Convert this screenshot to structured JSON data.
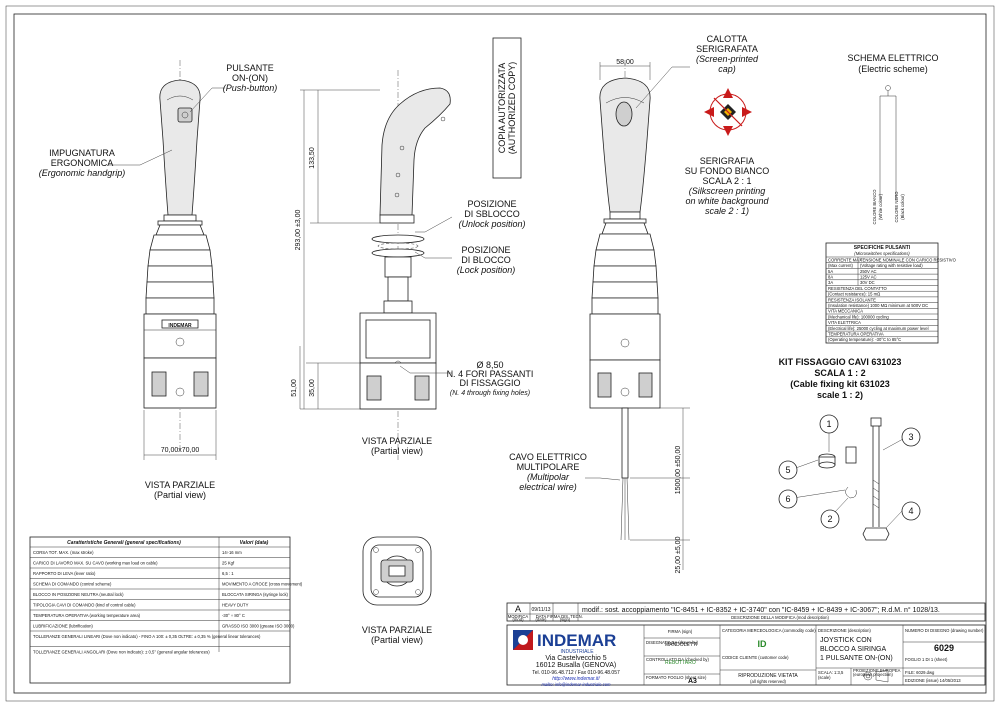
{
  "accent": {
    "line": "#222222",
    "logo_red": "#c0181d",
    "logo_blue": "#1b3f95",
    "link_blue": "#1b2fb5",
    "id_green": "#2a8a2a",
    "silk_red": "#c91a1a"
  },
  "left_view": {
    "button_label_1": "PULSANTE",
    "button_label_2": "ON-(ON)",
    "button_label_3": "(Push-button)",
    "grip_label_1": "IMPUGNATURA",
    "grip_label_2": "ERGONOMICA",
    "grip_label_3": "(Ergonomic handgrip)",
    "brand_plate": "INDEMAR",
    "dim_base": "70,00x70,00",
    "caption_1": "VISTA PARZIALE",
    "caption_2": "(Partial view)"
  },
  "middle_view": {
    "dim_top": "133,50",
    "dim_total": "293,00 ±3,00",
    "dim_lower": "51,00",
    "dim_mid": "35,00",
    "unlock_1": "POSIZIONE",
    "unlock_2": "DI SBLOCCO",
    "unlock_3": "(Unlock position)",
    "lock_1": "POSIZIONE",
    "lock_2": "DI BLOCCO",
    "lock_3": "(Lock position)",
    "holes_1": "Ø 8,50",
    "holes_2": "N. 4 FORI PASSANTI",
    "holes_3": "DI FISSAGGIO",
    "holes_4": "(N. 4 through fixing holes)",
    "caption_1": "VISTA PARZIALE",
    "caption_2": "(Partial view)",
    "cable_1": "CAVO ELETTRICO",
    "cable_2": "MULTIPOLARE",
    "cable_3": "(Multipolar",
    "cable_4": "electrical wire)"
  },
  "stamp": {
    "line_1": "COPIA AUTORIZZATA",
    "line_2": "(AUTHORIZED COPY)"
  },
  "right_view": {
    "cap_1": "CALOTTA",
    "cap_2": "SERIGRAFATA",
    "cap_3": "(Screen-printed",
    "cap_4": "cap)",
    "dim_width": "58,00",
    "silk_1": "SERIGRAFIA",
    "silk_2": "SU FONDO BIANCO",
    "silk_3": "SCALA 2 : 1",
    "silk_4": "(Silkscreen printing",
    "silk_5": "on white background",
    "silk_6": "scale 2 : 1)",
    "dim_cable": "1500,00 ±50,00",
    "dim_strip": "25,00 ±5,00"
  },
  "bottom_view": {
    "caption_1": "VISTA PARZIALE",
    "caption_2": "(Partial view)"
  },
  "electric": {
    "title_1": "SCHEMA ELETTRICO",
    "title_2": "(Electric scheme)",
    "wire_1": "COLORE BIANCO",
    "wire_1b": "(White colour)",
    "wire_2": "COLORE NERO",
    "wire_2b": "(Black colour)"
  },
  "specs": {
    "title_1": "SPECIFICHE PULSANTI",
    "title_2": "(Microswitches specifications)",
    "rows": [
      [
        "CORRENTE MAX",
        "TENSIONE NOMINALE CON CARICO RESISTIVO"
      ],
      [
        "(Max current)",
        "(Voltage rating with resistive load)"
      ],
      [
        "5A",
        "250V AC"
      ],
      [
        "8A",
        "125V AC"
      ],
      [
        "3A",
        "30V DC"
      ],
      [
        "RESISTENZA DEL CONTATTO",
        ""
      ],
      [
        "(Contact resistance): 15 mΩ",
        ""
      ],
      [
        "RESISTENZA ISOLANTE",
        ""
      ],
      [
        "(Insulation resistance) 1000 MΩ minimum at 500V DC",
        ""
      ],
      [
        "VITA MECCANICA",
        ""
      ],
      [
        "(Mechanical life): 100000 cycling",
        ""
      ],
      [
        "VITA ELETTRICA",
        ""
      ],
      [
        "(Electrical life): 25000 cycling at maximum power level",
        ""
      ],
      [
        "TEMPERATURA OPERATIVA",
        ""
      ],
      [
        "(Operating temperature): -30°C to 85°C",
        ""
      ]
    ]
  },
  "kit": {
    "title_1": "KIT FISSAGGIO CAVI 631023",
    "title_2": "SCALA 1 : 2",
    "title_3": "(Cable fixing kit 631023",
    "title_4": "scale 1 : 2)",
    "balloons": [
      "1",
      "2",
      "3",
      "4",
      "5",
      "6"
    ]
  },
  "general": {
    "header": [
      "Caratteristiche Generali (general specifications)",
      "Valori (data)"
    ],
    "rows": [
      [
        "CORSA TOT. MAX. (max stroke)",
        "14÷16 mm"
      ],
      [
        "CARICO DI LAVORO MAX. SU CAVO (working max load on cable)",
        "25 Kgf"
      ],
      [
        "RAPPORTO DI LEVA (lever ratio)",
        "6,5 : 1"
      ],
      [
        "SCHEMA DI COMANDO (control scheme)",
        "MOVIMENTO A CROCE (cross movement)"
      ],
      [
        "BLOCCO IN POSIZIONE NEUTRA (neutral lock)",
        "BLOCCATA SIRINGA (syringe lock)"
      ],
      [
        "TIPOLOGIA CAVI DI COMANDO (kind of control cable)",
        "HEAVY DUTY"
      ],
      [
        "TEMPERATURA OPERATIVA (working temperature area)",
        "-30° ÷ 80° C"
      ],
      [
        "LUBRIFICAZIONE (lubrification)",
        "GRASSO ISO 3000 (grease ISO 3000)"
      ],
      [
        "TOLLERANZE GENERALI LINEARI (Dove non indicato) - FINO A 100: ± 0,35 OLTRE: ± 0,35 % (general linear tolerances)",
        ""
      ],
      [
        "TOLLERANZE GENERALI ANGOLARI (Dove non indicato): ± 0,5° (general angular tolerances)",
        ""
      ]
    ]
  },
  "revision": {
    "letter": "A",
    "date": "09/11/13",
    "text": "modif.: sost. accoppiamento \"IC-8451 + IC-8352 + IC-3740\" con \"IC-8459 + IC-8439 + IC-3067\"; R.d.M. n° 1028/13.",
    "col_1": "MODIFICA",
    "col_1b": "(mod)",
    "col_2": "DATA",
    "col_2b": "(date)",
    "col_3": "FIRMA DIS. TECN.",
    "col_3b": "(sign)",
    "col_4": "DESCRIZIONE DELLA MODIFICA (mod description)"
  },
  "title_block": {
    "company": "INDEMAR",
    "company_sub": "INDUSTRIALE",
    "addr_1": "Via Castelvecchio 5",
    "addr_2": "16012 Busalla (GENOVA)",
    "addr_3": "Tel. 010-96.48.712 / Fax 010-96.48.057",
    "web": "http://www.indemar.it/",
    "mail": "mailto: info@indemar-industriale.com",
    "firma_label": "FIRMA (sign)",
    "designer_label": "DISEGNATO DA (drawn by)",
    "designer": "MANDOLETTI",
    "controller_label": "CONTROLLATO DA (checked by)",
    "controller": "REBOTTARO",
    "format_label": "FORMATO FOGLIO (sheet size)",
    "format": "A3",
    "code_label": "CATEGORIA MERCEOLOGICA (commodity code)",
    "code": "ID",
    "cust_label": "CODICE CLIENTE (customer code)",
    "repro_1": "RIPRODUZIONE VIETATA",
    "repro_2": "(all rights reserved)",
    "desc_label": "DESCRIZIONE (description)",
    "desc_1": "JOYSTICK CON",
    "desc_2": "BLOCCO A SIRINGA",
    "desc_3": "1 PULSANTE ON-(ON)",
    "scale_label": "SCALA: 1:3,5",
    "scale_sub": "(scale)",
    "proj_1": "PROIEZIONE EUROPEA",
    "proj_2": "(european projection)",
    "dwg_label": "NUMERO DI DISEGNO (drawing number)",
    "dwg": "6029",
    "sheet": "FOGLIO 1 DI 1 (sheet)",
    "file": "FILE: 6029.dwg",
    "edition": "EDIZIONE (issue) 14/05/2013"
  }
}
